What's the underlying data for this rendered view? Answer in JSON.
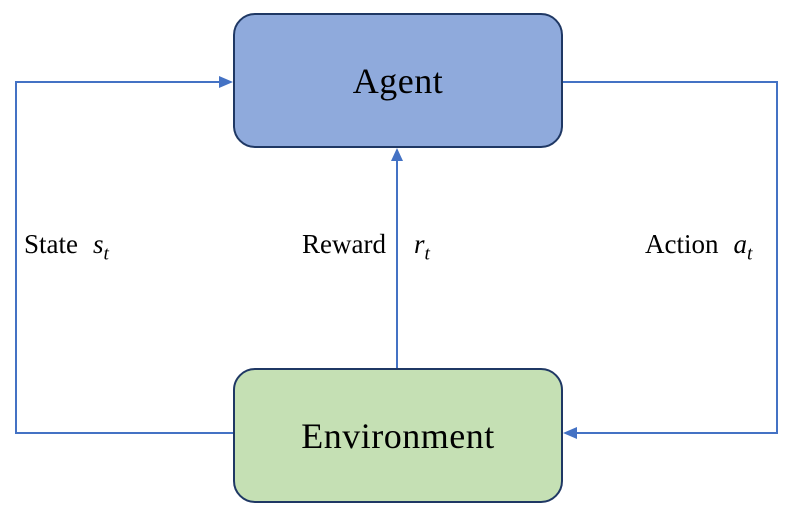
{
  "diagram": {
    "title_implicit": "Agent-Environment interaction loop",
    "nodes": {
      "agent": {
        "label": "Agent"
      },
      "environment": {
        "label": "Environment"
      }
    },
    "edges": {
      "state": {
        "word": "State",
        "symbol": "s",
        "subscript": "t",
        "from": "environment",
        "to": "agent"
      },
      "reward": {
        "word": "Reward",
        "symbol": "r",
        "subscript": "t",
        "from": "environment",
        "to": "agent"
      },
      "action": {
        "word": "Action",
        "symbol": "a",
        "subscript": "t",
        "from": "agent",
        "to": "environment"
      }
    }
  },
  "colors": {
    "agent_fill": "#8FAADC",
    "environment_fill": "#C5E0B4",
    "box_border": "#1F3864",
    "arrow": "#4472C4",
    "text": "#000000",
    "bg": "#FFFFFF"
  }
}
